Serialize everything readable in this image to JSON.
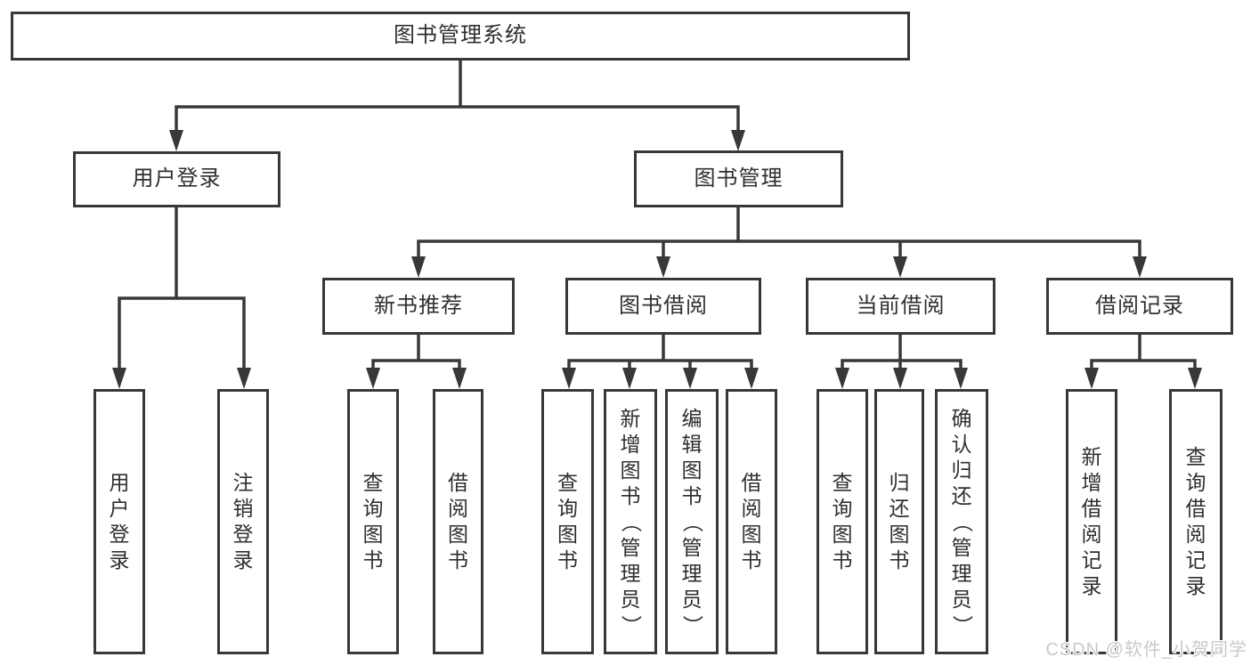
{
  "colors": {
    "line": "#383838",
    "text": "#2f2f2f",
    "background": "#ffffff",
    "watermark": "#c9c9c9"
  },
  "watermark": {
    "text": "CSDN @软件_小贺同学"
  },
  "tree": {
    "label": "图书管理系统",
    "children": [
      {
        "label": "用户登录",
        "children": [
          {
            "label": "用户登录"
          },
          {
            "label": "注销登录"
          }
        ]
      },
      {
        "label": "图书管理",
        "children": [
          {
            "label": "新书推荐",
            "children": [
              {
                "label": "查询图书"
              },
              {
                "label": "借阅图书"
              }
            ]
          },
          {
            "label": "图书借阅",
            "children": [
              {
                "label": "查询图书"
              },
              {
                "label": "新增图书（管理员）"
              },
              {
                "label": "编辑图书（管理员）"
              },
              {
                "label": "借阅图书"
              }
            ]
          },
          {
            "label": "当前借阅",
            "children": [
              {
                "label": "查询图书"
              },
              {
                "label": "归还图书"
              },
              {
                "label": "确认归还（管理员）"
              }
            ]
          },
          {
            "label": "借阅记录",
            "children": [
              {
                "label": "新增借阅记录"
              },
              {
                "label": "查询借阅记录"
              }
            ]
          }
        ]
      }
    ]
  }
}
